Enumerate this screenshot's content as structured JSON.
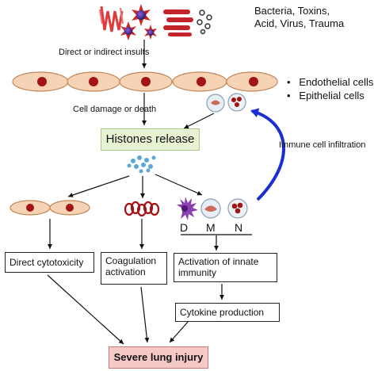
{
  "insults": {
    "line1": "Bacteria, Toxins,",
    "line2": "Acid, Virus, Trauma"
  },
  "labels": {
    "direct_insults": "Direct or indirect insults",
    "cell_damage": "Cell damage or death",
    "immune_infiltration": "Immune cell infiltration"
  },
  "legend": {
    "endothelial": "Endothelial cells",
    "epithelial": "Epithelial cells",
    "bullet": "•"
  },
  "boxes": {
    "histones": "Histones release",
    "direct_cytotoxicity": "Direct cytotoxicity",
    "coagulation_line1": "Coagulation",
    "coagulation_line2": "activation",
    "innate_line1": "Activation of innate",
    "innate_line2": "immunity",
    "cytokine": "Cytokine production",
    "severe": "Severe lung injury"
  },
  "immune_letters": [
    "D",
    "M",
    "N"
  ],
  "colors": {
    "cell_fill": "#f6d3b4",
    "cell_stroke": "#c0875a",
    "nucleus": "#a31414",
    "histone_dot": "#5aa8d8",
    "blue_arrow": "#1a2fd1",
    "histones_bg": "#e6f3d2",
    "severe_bg": "#f5c9c5"
  }
}
